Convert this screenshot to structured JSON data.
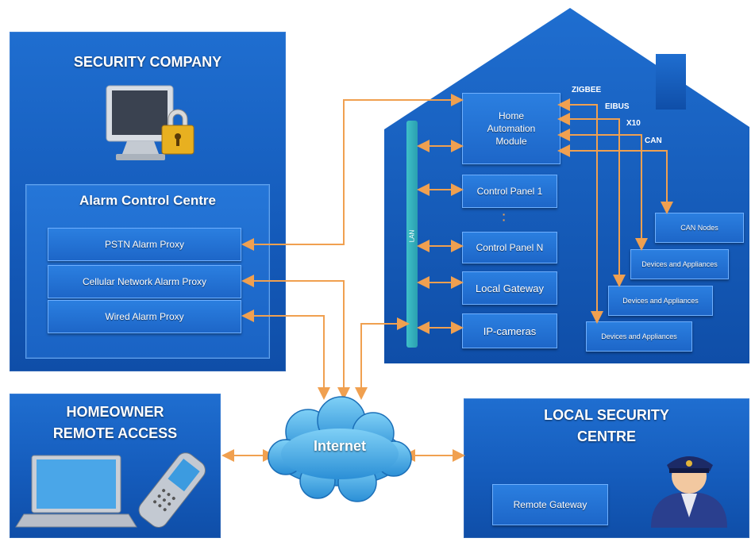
{
  "security_company": {
    "title": "SECURITY COMPANY",
    "alarm_centre": {
      "title": "Alarm Control Centre",
      "proxies": [
        "PSTN Alarm Proxy",
        "Cellular Network Alarm Proxy",
        "Wired Alarm Proxy"
      ]
    }
  },
  "home": {
    "lan_label": "LAN",
    "automation_module": "Home Automation Module",
    "control_panel_1": "Control Panel 1",
    "control_panel_n": "Control Panel N",
    "local_gateway": "Local Gateway",
    "ip_cameras": "IP-cameras",
    "protocols": [
      "ZIGBEE",
      "EIBUS",
      "X10",
      "CAN"
    ],
    "can_nodes": "CAN Nodes",
    "devices": [
      "Devices and Appliances",
      "Devices and Appliances",
      "Devices and Appliances"
    ]
  },
  "homeowner": {
    "title_line1": "HOMEOWNER",
    "title_line2": "REMOTE ACCESS"
  },
  "internet": {
    "label": "Internet"
  },
  "local_security": {
    "title_line1": "LOCAL SECURITY",
    "title_line2": "CENTRE",
    "remote_gateway": "Remote Gateway"
  },
  "colors": {
    "panel": "#1a62c4",
    "arrow": "#f0a050",
    "cloud": "#4fb4ea"
  }
}
